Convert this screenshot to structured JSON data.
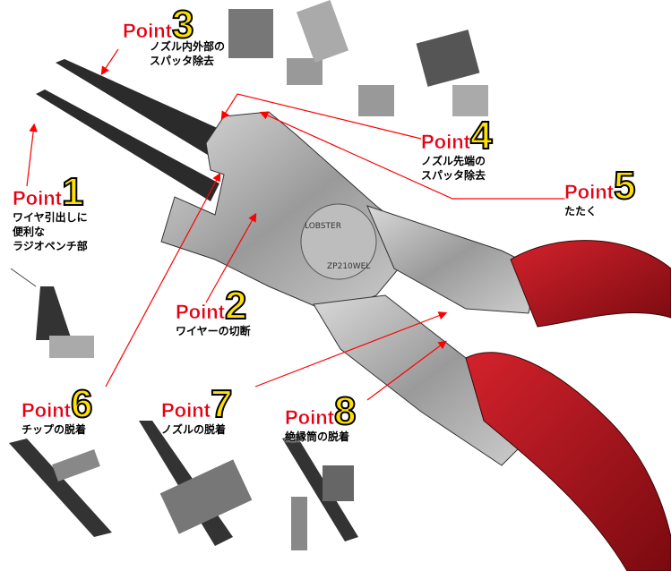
{
  "point_word": "Point",
  "points": [
    {
      "num": "1",
      "desc": "ワイヤ引出しに\n便利な\nラジオペンチ部"
    },
    {
      "num": "2",
      "desc": "ワイヤーの切断"
    },
    {
      "num": "3",
      "desc": "ノズル内外部の\nスパッタ除去"
    },
    {
      "num": "4",
      "desc": "ノズル先端の\nスパッタ除去"
    },
    {
      "num": "5",
      "desc": "たたく"
    },
    {
      "num": "6",
      "desc": "チップの脱着"
    },
    {
      "num": "7",
      "desc": "ノズルの脱着"
    },
    {
      "num": "8",
      "desc": "絶縁筒の脱着"
    }
  ],
  "stamp": {
    "brand": "LOBSTER",
    "model": "ZP210WEL"
  },
  "colors": {
    "point_word": "#e60012",
    "point_number": "#ffe100",
    "arrow": "#ff0000",
    "handle": "#b0121b"
  }
}
